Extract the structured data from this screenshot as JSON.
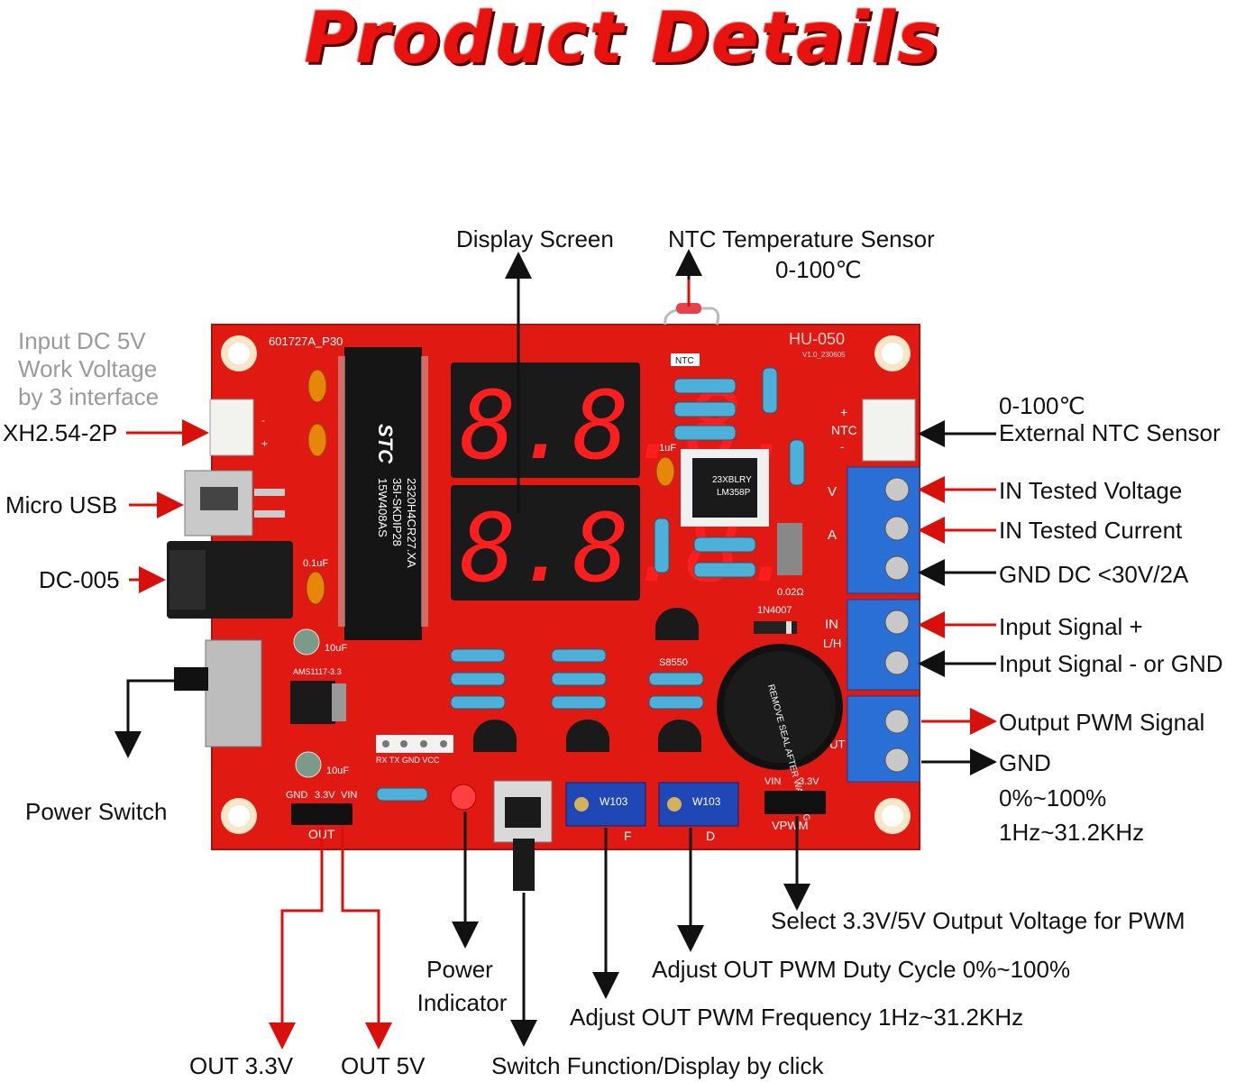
{
  "title": "Product Details",
  "labels": {
    "display_screen": "Display Screen",
    "ntc_sensor": "NTC Temperature Sensor",
    "ntc_range": "0-100℃",
    "input_dc_line1": "Input DC 5V",
    "input_dc_line2": "Work Voltage",
    "input_dc_line3": "by 3 interface",
    "xh254": "XH2.54-2P",
    "micro_usb": "Micro USB",
    "dc005": "DC-005",
    "power_switch": "Power Switch",
    "ext_ntc_line1": "0-100℃",
    "ext_ntc_line2": "External NTC Sensor",
    "in_voltage": "IN Tested Voltage",
    "in_current": "IN Tested Current",
    "gnd_dc": "GND  DC <30V/2A",
    "input_plus": "Input Signal +",
    "input_minus": "Input Signal - or GND",
    "output_pwm": "Output PWM Signal",
    "gnd": "GND",
    "duty_range": "0%~100%",
    "freq_range": "1Hz~31.2KHz",
    "select_voltage": "Select 3.3V/5V Output Voltage for PWM",
    "adjust_duty": "Adjust OUT PWM Duty Cycle 0%~100%",
    "adjust_freq": "Adjust OUT PWM Frequency 1Hz~31.2KHz",
    "power_indicator_line1": "Power",
    "power_indicator_line2": "Indicator",
    "switch_function": "Switch Function/Display by click",
    "out_33": "OUT 3.3V",
    "out_5": "OUT 5V"
  },
  "board": {
    "model": "HU-050",
    "version": "V1.0_230605",
    "pcb_code": "601727A_P30",
    "display_digits_top": "8.8.8.",
    "display_digits_bottom": "8.8.8.",
    "mcu_brand": "STC",
    "mcu_line1": "15W408AS",
    "mcu_line2": "35I-SKDIP28",
    "mcu_line3": "2320H4CR27.XA",
    "opamp_line1": "23XBLRY",
    "opamp_line2": "LM358P",
    "pot_code": "W103",
    "buzzer_text": "REMOVE SEAL AFTER WASHING",
    "terminal_v": "V",
    "terminal_a": "A",
    "terminal_in": "IN",
    "terminal_lh": "L/H",
    "terminal_out": "OUT",
    "ntc_header": "NTC",
    "header_gnd": "GND",
    "header_33": "3.3V",
    "header_vin": "VIN",
    "header_out": "OUT",
    "vpwm": "VPWM",
    "vpwm_vin": "VIN",
    "vpwm_33": "3.3V",
    "pot_f": "F",
    "pot_d": "D",
    "uart_pins": "RX  TX  GND VCC",
    "diode": "1N4007",
    "shunt": "0.02Ω",
    "transistor": "S8550",
    "cap_01uf": "0.1uF",
    "cap_10uf": "10uF",
    "ldo": "AMS1117-3.3"
  },
  "colors": {
    "pcb": "#e01a12",
    "arrow_red": "#d8100c",
    "arrow_black": "#111111",
    "terminal_blue": "#2a6fd6",
    "display": "#1a1a1a",
    "segment": "#ff1e1e"
  }
}
